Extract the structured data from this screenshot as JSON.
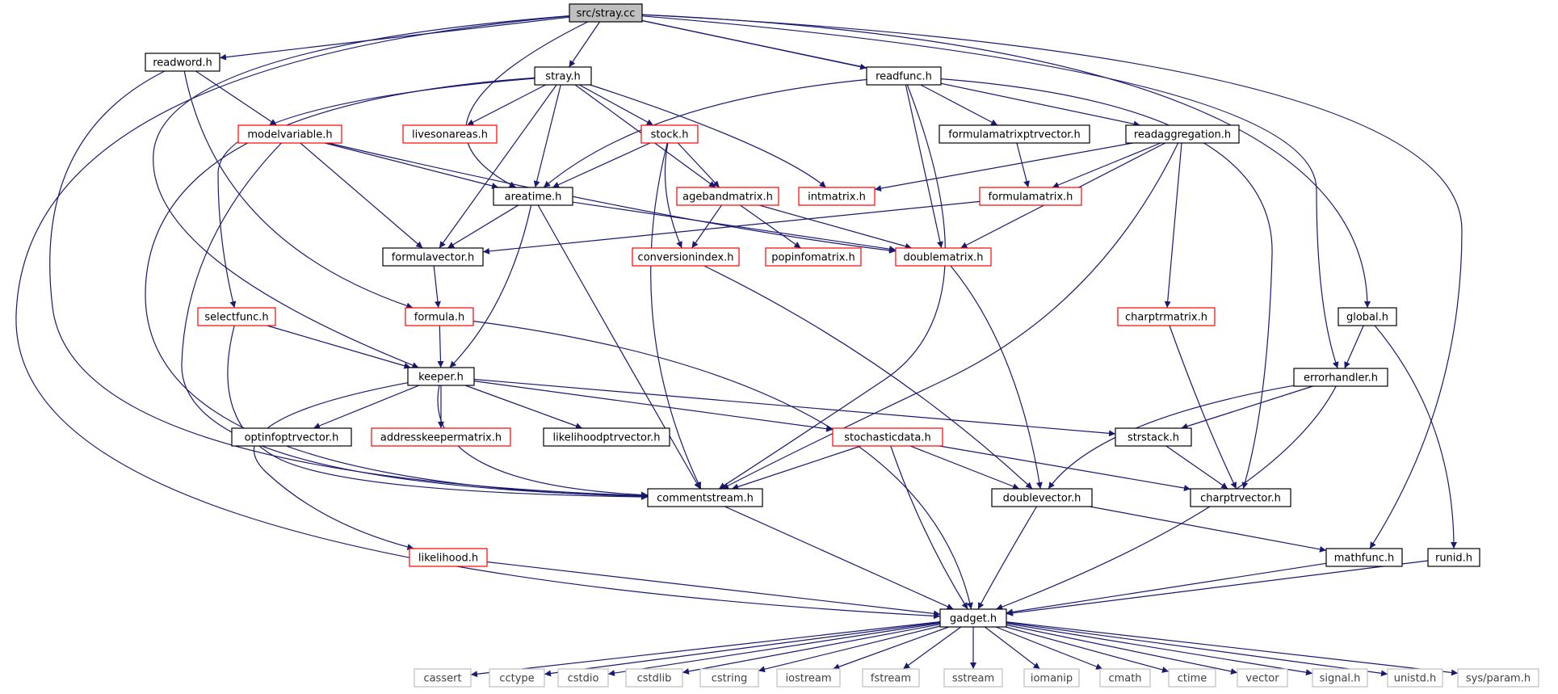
{
  "graph": {
    "title": "src/stray.cc",
    "colors": {
      "edge": "#191970",
      "normal_border": "#000000",
      "incomplete_border": "#ff0000",
      "system_border": "#bfbfbf",
      "system_text": "#404040",
      "root_fill": "#bfbfbf",
      "node_fill": "#ffffff",
      "text": "#000000"
    },
    "nodes": [
      {
        "id": "stray_cc",
        "label": "src/stray.cc",
        "kind": "root"
      },
      {
        "id": "readword_h",
        "label": "readword.h",
        "kind": "normal"
      },
      {
        "id": "stray_h",
        "label": "stray.h",
        "kind": "normal"
      },
      {
        "id": "readfunc_h",
        "label": "readfunc.h",
        "kind": "normal"
      },
      {
        "id": "modelvariable_h",
        "label": "modelvariable.h",
        "kind": "incomplete"
      },
      {
        "id": "livesonareas_h",
        "label": "livesonareas.h",
        "kind": "incomplete"
      },
      {
        "id": "stock_h",
        "label": "stock.h",
        "kind": "incomplete"
      },
      {
        "id": "formulamatrixptrvector_h",
        "label": "formulamatrixptrvector.h",
        "kind": "normal"
      },
      {
        "id": "readaggregation_h",
        "label": "readaggregation.h",
        "kind": "normal"
      },
      {
        "id": "areatime_h",
        "label": "areatime.h",
        "kind": "normal"
      },
      {
        "id": "agebandmatrix_h",
        "label": "agebandmatrix.h",
        "kind": "incomplete"
      },
      {
        "id": "intmatrix_h",
        "label": "intmatrix.h",
        "kind": "incomplete"
      },
      {
        "id": "formulamatrix_h",
        "label": "formulamatrix.h",
        "kind": "incomplete"
      },
      {
        "id": "formulavector_h",
        "label": "formulavector.h",
        "kind": "normal"
      },
      {
        "id": "conversionindex_h",
        "label": "conversionindex.h",
        "kind": "incomplete"
      },
      {
        "id": "popinfomatrix_h",
        "label": "popinfomatrix.h",
        "kind": "incomplete"
      },
      {
        "id": "doublematrix_h",
        "label": "doublematrix.h",
        "kind": "incomplete"
      },
      {
        "id": "selectfunc_h",
        "label": "selectfunc.h",
        "kind": "incomplete"
      },
      {
        "id": "formula_h",
        "label": "formula.h",
        "kind": "incomplete"
      },
      {
        "id": "charptrmatrix_h",
        "label": "charptrmatrix.h",
        "kind": "incomplete"
      },
      {
        "id": "global_h",
        "label": "global.h",
        "kind": "normal"
      },
      {
        "id": "keeper_h",
        "label": "keeper.h",
        "kind": "normal"
      },
      {
        "id": "errorhandler_h",
        "label": "errorhandler.h",
        "kind": "normal"
      },
      {
        "id": "optinfoptrvector_h",
        "label": "optinfoptrvector.h",
        "kind": "normal"
      },
      {
        "id": "addresskeepermatrix_h",
        "label": "addresskeepermatrix.h",
        "kind": "incomplete"
      },
      {
        "id": "likelihoodptrvector_h",
        "label": "likelihoodptrvector.h",
        "kind": "normal"
      },
      {
        "id": "stochasticdata_h",
        "label": "stochasticdata.h",
        "kind": "incomplete"
      },
      {
        "id": "strstack_h",
        "label": "strstack.h",
        "kind": "normal"
      },
      {
        "id": "commentstream_h",
        "label": "commentstream.h",
        "kind": "normal"
      },
      {
        "id": "doublevector_h",
        "label": "doublevector.h",
        "kind": "normal"
      },
      {
        "id": "charptrvector_h",
        "label": "charptrvector.h",
        "kind": "normal"
      },
      {
        "id": "likelihood_h",
        "label": "likelihood.h",
        "kind": "incomplete"
      },
      {
        "id": "mathfunc_h",
        "label": "mathfunc.h",
        "kind": "normal"
      },
      {
        "id": "runid_h",
        "label": "runid.h",
        "kind": "normal"
      },
      {
        "id": "gadget_h",
        "label": "gadget.h",
        "kind": "normal"
      },
      {
        "id": "cassert",
        "label": "cassert",
        "kind": "system"
      },
      {
        "id": "cctype",
        "label": "cctype",
        "kind": "system"
      },
      {
        "id": "cstdio",
        "label": "cstdio",
        "kind": "system"
      },
      {
        "id": "cstdlib",
        "label": "cstdlib",
        "kind": "system"
      },
      {
        "id": "cstring",
        "label": "cstring",
        "kind": "system"
      },
      {
        "id": "iostream",
        "label": "iostream",
        "kind": "system"
      },
      {
        "id": "fstream",
        "label": "fstream",
        "kind": "system"
      },
      {
        "id": "sstream",
        "label": "sstream",
        "kind": "system"
      },
      {
        "id": "iomanip",
        "label": "iomanip",
        "kind": "system"
      },
      {
        "id": "cmath",
        "label": "cmath",
        "kind": "system"
      },
      {
        "id": "ctime",
        "label": "ctime",
        "kind": "system"
      },
      {
        "id": "vector",
        "label": "vector",
        "kind": "system"
      },
      {
        "id": "signal_h",
        "label": "signal.h",
        "kind": "system"
      },
      {
        "id": "unistd_h",
        "label": "unistd.h",
        "kind": "system"
      },
      {
        "id": "sys_param_h",
        "label": "sys/param.h",
        "kind": "system"
      }
    ],
    "edges": [
      [
        "stray_cc",
        "readword_h"
      ],
      [
        "stray_cc",
        "stray_h"
      ],
      [
        "stray_cc",
        "readfunc_h"
      ],
      [
        "stray_cc",
        "readaggregation_h"
      ],
      [
        "stray_cc",
        "areatime_h"
      ],
      [
        "stray_cc",
        "keeper_h"
      ],
      [
        "stray_cc",
        "errorhandler_h"
      ],
      [
        "stray_cc",
        "global_h"
      ],
      [
        "stray_cc",
        "mathfunc_h"
      ],
      [
        "stray_cc",
        "gadget_h"
      ],
      [
        "readword_h",
        "modelvariable_h"
      ],
      [
        "readword_h",
        "formula_h"
      ],
      [
        "readword_h",
        "commentstream_h"
      ],
      [
        "stray_h",
        "livesonareas_h"
      ],
      [
        "stray_h",
        "stock_h"
      ],
      [
        "stray_h",
        "areatime_h"
      ],
      [
        "stray_h",
        "agebandmatrix_h"
      ],
      [
        "stray_h",
        "intmatrix_h"
      ],
      [
        "stray_h",
        "formulavector_h"
      ],
      [
        "stray_h",
        "selectfunc_h"
      ],
      [
        "stray_h",
        "commentstream_h"
      ],
      [
        "readfunc_h",
        "formulamatrixptrvector_h"
      ],
      [
        "readfunc_h",
        "areatime_h"
      ],
      [
        "readfunc_h",
        "doublematrix_h"
      ],
      [
        "readfunc_h",
        "commentstream_h"
      ],
      [
        "readfunc_h",
        "charptrvector_h"
      ],
      [
        "modelvariable_h",
        "areatime_h"
      ],
      [
        "modelvariable_h",
        "formulavector_h"
      ],
      [
        "modelvariable_h",
        "doublematrix_h"
      ],
      [
        "modelvariable_h",
        "commentstream_h"
      ],
      [
        "stock_h",
        "areatime_h"
      ],
      [
        "stock_h",
        "agebandmatrix_h"
      ],
      [
        "stock_h",
        "conversionindex_h"
      ],
      [
        "stock_h",
        "commentstream_h"
      ],
      [
        "formulamatrixptrvector_h",
        "formulamatrix_h"
      ],
      [
        "readaggregation_h",
        "intmatrix_h"
      ],
      [
        "readaggregation_h",
        "formulamatrix_h"
      ],
      [
        "readaggregation_h",
        "doublematrix_h"
      ],
      [
        "readaggregation_h",
        "charptrmatrix_h"
      ],
      [
        "readaggregation_h",
        "commentstream_h"
      ],
      [
        "areatime_h",
        "formulavector_h"
      ],
      [
        "areatime_h",
        "doublematrix_h"
      ],
      [
        "areatime_h",
        "keeper_h"
      ],
      [
        "areatime_h",
        "commentstream_h"
      ],
      [
        "agebandmatrix_h",
        "conversionindex_h"
      ],
      [
        "agebandmatrix_h",
        "popinfomatrix_h"
      ],
      [
        "agebandmatrix_h",
        "doublematrix_h"
      ],
      [
        "formulamatrix_h",
        "formulavector_h"
      ],
      [
        "formulavector_h",
        "formula_h"
      ],
      [
        "conversionindex_h",
        "doublevector_h"
      ],
      [
        "doublematrix_h",
        "doublevector_h"
      ],
      [
        "selectfunc_h",
        "keeper_h"
      ],
      [
        "selectfunc_h",
        "commentstream_h"
      ],
      [
        "formula_h",
        "keeper_h"
      ],
      [
        "formula_h",
        "gadget_h"
      ],
      [
        "charptrmatrix_h",
        "charptrvector_h"
      ],
      [
        "global_h",
        "errorhandler_h"
      ],
      [
        "global_h",
        "runid_h"
      ],
      [
        "keeper_h",
        "optinfoptrvector_h"
      ],
      [
        "keeper_h",
        "addresskeepermatrix_h"
      ],
      [
        "keeper_h",
        "likelihoodptrvector_h"
      ],
      [
        "keeper_h",
        "stochasticdata_h"
      ],
      [
        "keeper_h",
        "strstack_h"
      ],
      [
        "keeper_h",
        "likelihood_h"
      ],
      [
        "keeper_h",
        "commentstream_h"
      ],
      [
        "errorhandler_h",
        "strstack_h"
      ],
      [
        "errorhandler_h",
        "doublevector_h"
      ],
      [
        "errorhandler_h",
        "gadget_h"
      ],
      [
        "stochasticdata_h",
        "commentstream_h"
      ],
      [
        "stochasticdata_h",
        "doublevector_h"
      ],
      [
        "stochasticdata_h",
        "charptrvector_h"
      ],
      [
        "stochasticdata_h",
        "gadget_h"
      ],
      [
        "strstack_h",
        "charptrvector_h"
      ],
      [
        "commentstream_h",
        "gadget_h"
      ],
      [
        "doublevector_h",
        "mathfunc_h"
      ],
      [
        "doublevector_h",
        "gadget_h"
      ],
      [
        "likelihood_h",
        "gadget_h"
      ],
      [
        "mathfunc_h",
        "gadget_h"
      ],
      [
        "runid_h",
        "gadget_h"
      ],
      [
        "gadget_h",
        "cassert"
      ],
      [
        "gadget_h",
        "cctype"
      ],
      [
        "gadget_h",
        "cstdio"
      ],
      [
        "gadget_h",
        "cstdlib"
      ],
      [
        "gadget_h",
        "cstring"
      ],
      [
        "gadget_h",
        "iostream"
      ],
      [
        "gadget_h",
        "fstream"
      ],
      [
        "gadget_h",
        "sstream"
      ],
      [
        "gadget_h",
        "iomanip"
      ],
      [
        "gadget_h",
        "cmath"
      ],
      [
        "gadget_h",
        "ctime"
      ],
      [
        "gadget_h",
        "vector"
      ],
      [
        "gadget_h",
        "signal_h"
      ],
      [
        "gadget_h",
        "unistd_h"
      ],
      [
        "gadget_h",
        "sys_param_h"
      ]
    ]
  }
}
